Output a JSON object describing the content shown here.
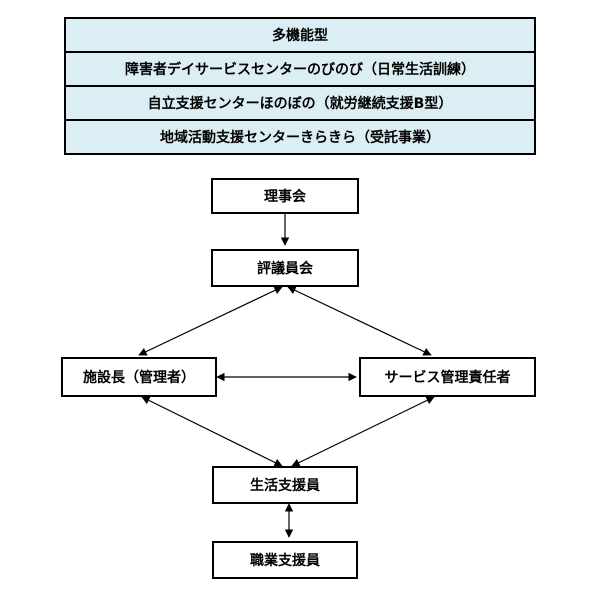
{
  "header": {
    "rows": [
      "多機能型",
      "障害者デイサービスセンターのびのび（日常生活訓練）",
      "自立支援センターほのぼの（就労継続支援B型）",
      "地域活動支援センターきらきら（受託事業）"
    ]
  },
  "org_chart": {
    "board": "理事会",
    "council": "評議員会",
    "director": "施設長（管理者）",
    "service_manager": "サービス管理責任者",
    "life_support": "生活支援員",
    "job_support": "職業支援員"
  },
  "colors": {
    "header_bg": "#dbeef4",
    "line": "#000000"
  }
}
